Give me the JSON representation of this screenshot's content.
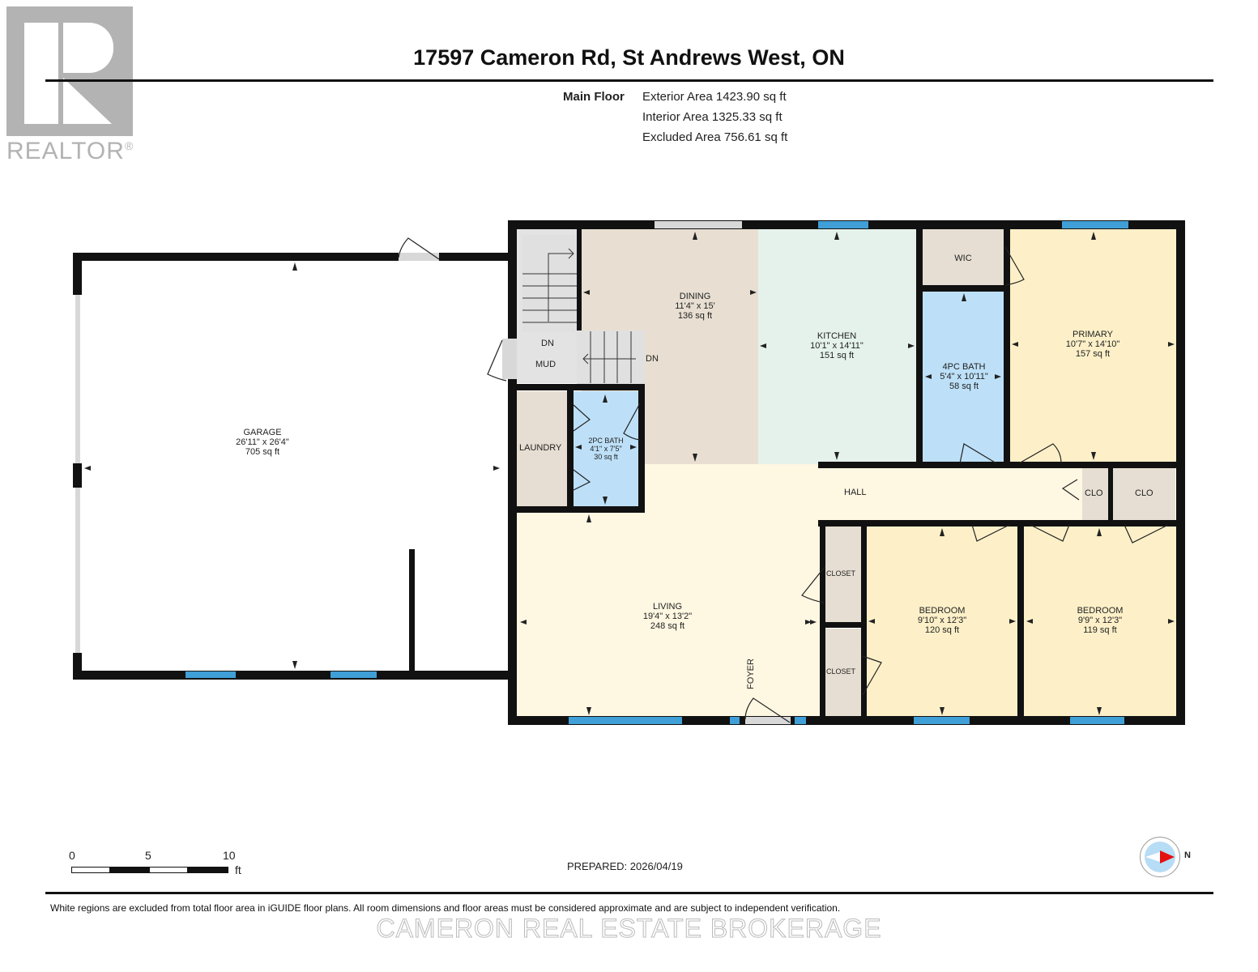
{
  "logo": {
    "text": "REALTOR",
    "mark": "®"
  },
  "header": {
    "title": "17597 Cameron Rd, St Andrews West, ON"
  },
  "summary": {
    "floor": "Main Floor",
    "areas": [
      "Exterior Area 1423.90 sq ft",
      "Interior Area 1325.33 sq ft",
      "Excluded Area 756.61 sq ft"
    ]
  },
  "rooms": {
    "garage": {
      "name": "GARAGE",
      "dims": "26'11\" x 26'4\"",
      "area": "705 sq ft"
    },
    "dining": {
      "name": "DINING",
      "dims": "11'4\" x 15'",
      "area": "136 sq ft"
    },
    "kitchen": {
      "name": "KITCHEN",
      "dims": "10'1\" x 14'11\"",
      "area": "151 sq ft"
    },
    "wic": {
      "name": "WIC"
    },
    "bath4": {
      "name": "4PC BATH",
      "dims": "5'4\" x 10'11\"",
      "area": "58 sq ft"
    },
    "primary": {
      "name": "PRIMARY",
      "dims": "10'7\" x 14'10\"",
      "area": "157 sq ft"
    },
    "mud": {
      "name": "MUD",
      "dn1": "DN",
      "dn2": "DN"
    },
    "laundry": {
      "name": "LAUNDRY"
    },
    "bath2": {
      "name": "2PC BATH",
      "dims": "4'1\" x 7'5\"",
      "area": "30 sq ft"
    },
    "hall": {
      "name": "HALL"
    },
    "clo1": {
      "name": "CLO"
    },
    "clo2": {
      "name": "CLO"
    },
    "living": {
      "name": "LIVING",
      "dims": "19'4\" x 13'2\"",
      "area": "248 sq ft"
    },
    "foyer": {
      "name": "FOYER"
    },
    "closet1": {
      "name": "CLOSET"
    },
    "closet2": {
      "name": "CLOSET"
    },
    "bedroom1": {
      "name": "BEDROOM",
      "dims": "9'10\" x 12'3\"",
      "area": "120 sq ft"
    },
    "bedroom2": {
      "name": "BEDROOM",
      "dims": "9'9\" x 12'3\"",
      "area": "119 sq ft"
    }
  },
  "scale": {
    "labels": [
      "0",
      "5",
      "10"
    ],
    "unit": "ft"
  },
  "prepared": "PREPARED: 2026/04/19",
  "compass": {
    "label": "N"
  },
  "footer": {
    "note": "White regions are excluded from total floor area in iGUIDE floor plans. All room dimensions and floor areas must be considered approximate and are subject to independent verification.",
    "watermark": "CAMERON REAL ESTATE BROKERAGE"
  },
  "colors": {
    "dining": "#e8dfd2",
    "kitchen": "#e5f2ec",
    "bath": "#bde0f8",
    "bedroom": "#fdf0c8",
    "living": "#fef7e2",
    "closet": "#e6ded2",
    "window": "#3f9fd6",
    "wall": "#111111"
  }
}
